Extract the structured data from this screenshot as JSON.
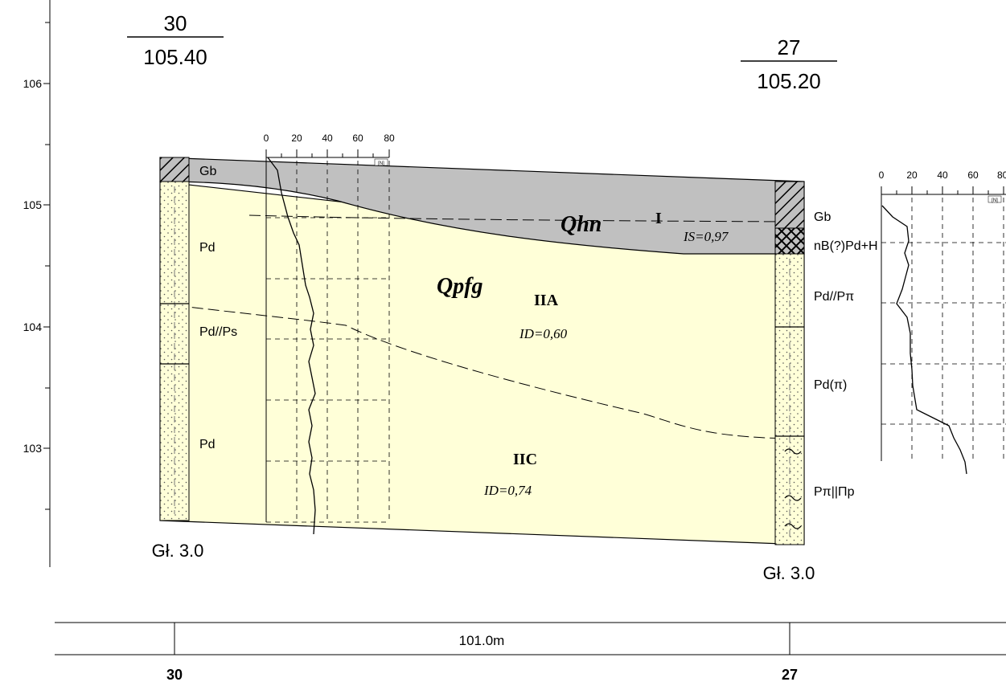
{
  "elevation_axis": {
    "ticks": [
      "106",
      "105",
      "104",
      "103"
    ]
  },
  "boreholes": [
    {
      "name": "30",
      "ground_level": "105.40",
      "depth_label": "Gł. 3.0",
      "layers": [
        "Gb",
        "Pd",
        "Pd//Ps",
        "Pd"
      ]
    },
    {
      "name": "27",
      "ground_level": "105.20",
      "depth_label": "Gł. 3.0",
      "layers": [
        "Gb",
        "nB(?)Pd+H",
        "Pd//Pπ",
        "Pd(π)",
        "Pπ||Πp"
      ]
    }
  ],
  "geology": {
    "unit_top": "Qhn",
    "unit_bottom": "Qpfg",
    "layers": [
      {
        "code": "I",
        "param": "IS=0,97"
      },
      {
        "code": "IIA",
        "param": "ID=0,60"
      },
      {
        "code": "IIC",
        "param": "ID=0,74"
      }
    ]
  },
  "probing_scale": {
    "ticks": [
      "0",
      "20",
      "40",
      "60",
      "80"
    ],
    "unit": "[N]"
  },
  "distance": {
    "label": "101.0m",
    "start": "30",
    "end": "27"
  },
  "colors": {
    "sand": "#ffffd8",
    "topsoil": "#c0c0c0",
    "line": "#000000"
  }
}
